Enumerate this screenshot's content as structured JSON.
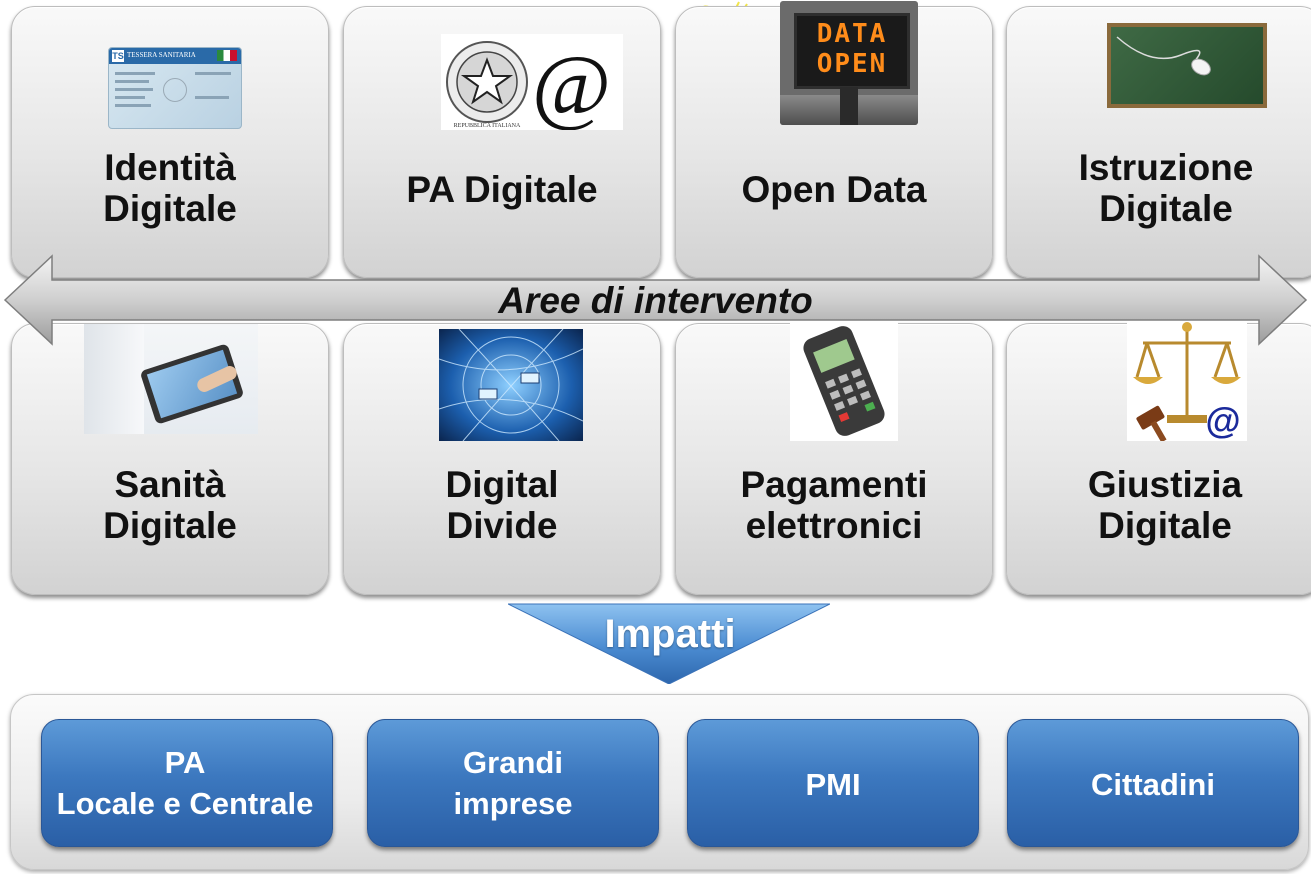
{
  "areas_top": [
    {
      "label": "Identità\nDigitale",
      "icon": "health-card-icon",
      "card_text": "TESSERA SANITARIA"
    },
    {
      "label": "PA Digitale",
      "icon": "republic-emblem-at-icon",
      "emblem_text": "REPUBBLICA ITALIANA"
    },
    {
      "label": "Open Data",
      "icon": "data-open-sign-icon",
      "sign_line1": "DATA",
      "sign_line2": "OPEN"
    },
    {
      "label": "Istruzione\nDigitale",
      "icon": "chalkboard-mouse-icon"
    }
  ],
  "areas_bottom": [
    {
      "label": "Sanità\nDigitale",
      "icon": "tablet-doctor-icon"
    },
    {
      "label": "Digital\nDivide",
      "icon": "network-cables-icon"
    },
    {
      "label": "Pagamenti\nelettronici",
      "icon": "pos-terminal-icon"
    },
    {
      "label": "Giustizia\nDigitale",
      "icon": "scales-gavel-at-icon"
    }
  ],
  "arrow_label": "Aree di intervento",
  "impact_label": "Impatti",
  "impacts": [
    {
      "label": "PA\nLocale e Centrale"
    },
    {
      "label": "Grandi\nimprese"
    },
    {
      "label": "PMI"
    },
    {
      "label": "Cittadini"
    }
  ],
  "colors": {
    "button_blue": "#3c78bf",
    "triangle_blue": "#4a8bd1",
    "card_grey": "#e6e6e6"
  }
}
